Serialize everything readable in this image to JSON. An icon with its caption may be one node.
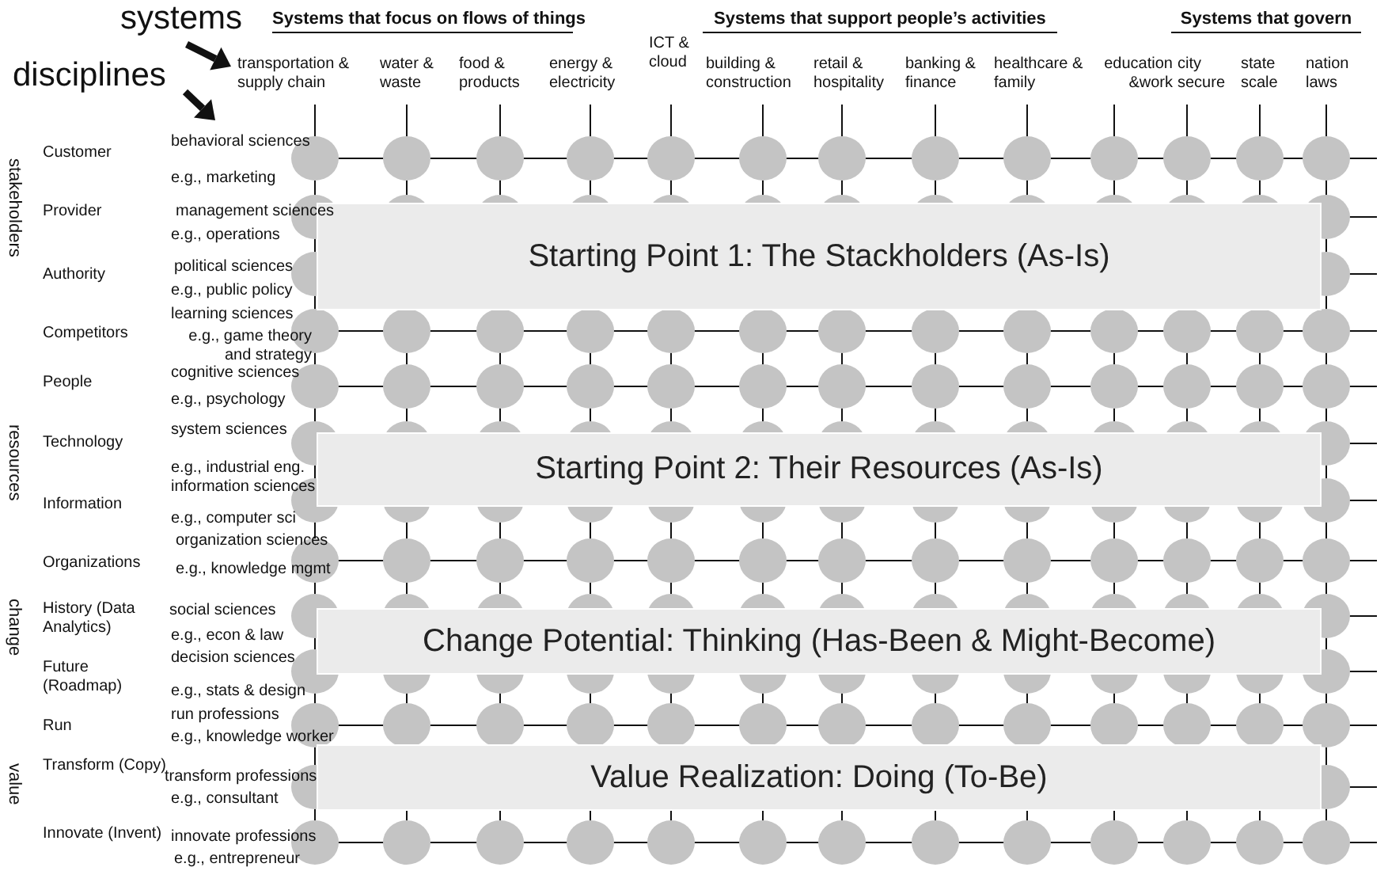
{
  "diagram": {
    "nodes": [
      {
        "text": [
          "Starting Point 1: The Stackholders (As-Is)"
        ]
      },
      {
        "text": [
          "Starting Point 2: Their Resources (As-Is)"
        ]
      },
      {
        "text": [
          "Change Potential: Thinking (Has-Been & Might-Become)"
        ]
      },
      {
        "text": [
          "Value Realization: Doing (To-Be)"
        ]
      }
    ],
    "labels": [
      "Systems that focus on flows of things",
      "Systems that support people’s activities",
      "Systems that govern",
      "transportation & supply chain",
      "water & waste",
      "food & products",
      "energy & electricity",
      "ICT & cloud",
      "building & construction",
      "retail & hospitality",
      "banking & finance",
      "healthcare & family",
      "education &work",
      "city secure",
      "state scale",
      "nation laws",
      "stakeholders",
      "Customer",
      "behavioral sciences",
      "e.g., marketing",
      "Provider",
      "management sciences",
      "e.g., operations",
      "Authority",
      "political sciences",
      "e.g., public policy",
      "learning sciences",
      "Competitors",
      "e.g., game theory and strategy",
      "cognitive sciences",
      "People",
      "e.g., psychology",
      "resources",
      "system sciences",
      "Technology",
      "e.g., industrial eng.",
      "information sciences",
      "Information",
      "e.g., computer sci",
      "organization sciences",
      "Organizations",
      "e.g., knowledge mgmt",
      "change",
      "History (Data Analytics)",
      "social sciences",
      "e.g., econ & law",
      "decision sciences",
      "Future (Roadmap)",
      "e.g., stats & design",
      "run professions",
      "Run",
      "e.g., knowledge worker",
      "value",
      "Transform (Copy)",
      "transform professions",
      "e.g., consultant",
      "Innovate (Invent)",
      "innovate professions",
      "e.g., entrepreneur",
      "systems",
      "disciplines"
    ]
  }
}
